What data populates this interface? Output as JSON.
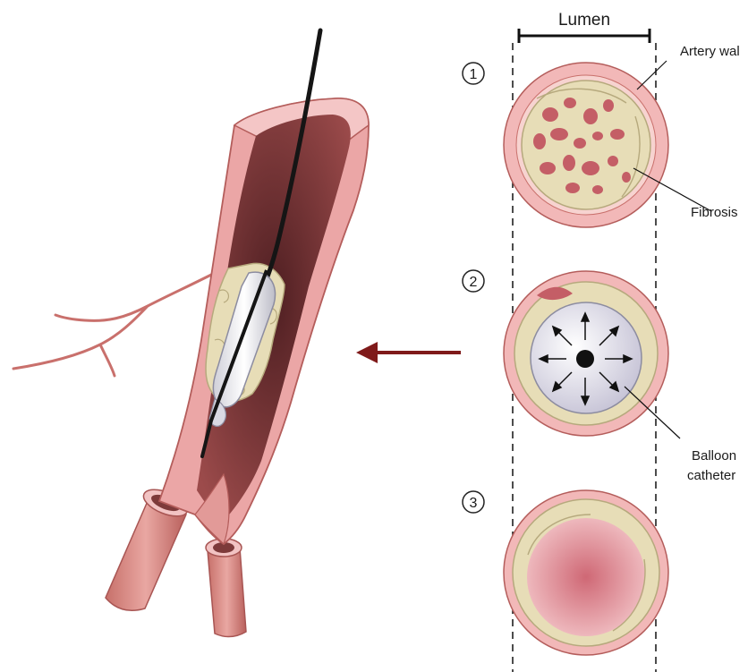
{
  "labels": {
    "lumen": "Lumen",
    "artery_wall": "Artery wal",
    "fibrosis": "Fibrosis",
    "balloon_line1": "Balloon",
    "balloon_line2": "catheter"
  },
  "steps": [
    {
      "number": "1"
    },
    {
      "number": "2"
    },
    {
      "number": "3"
    }
  ],
  "colors": {
    "vessel_wall": "#eba6a6",
    "vessel_wall_dark": "#c9706c",
    "vessel_inner": "#7d3a3a",
    "plaque": "#e7ddb7",
    "plaque_pocket": "#c45e66",
    "balloon": "#eceaf3",
    "arrow": "#7f1a1a"
  }
}
